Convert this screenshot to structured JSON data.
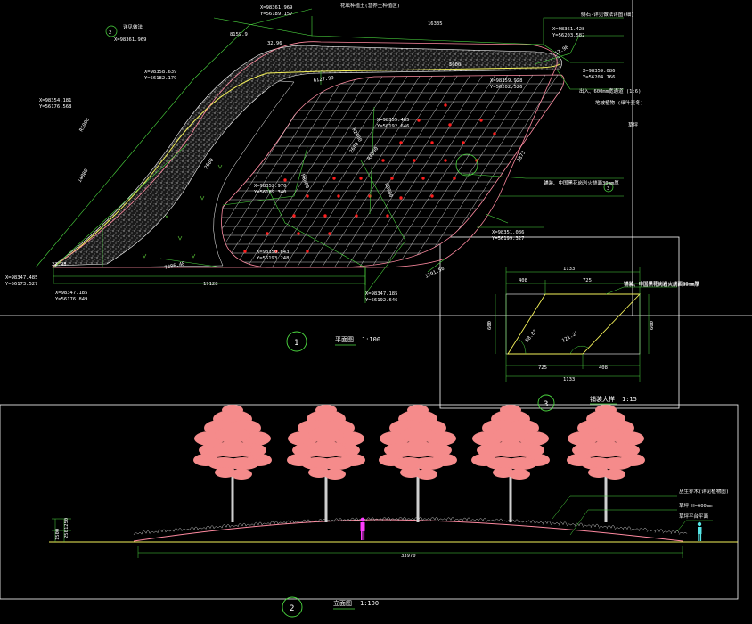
{
  "colors": {
    "background": "#000000",
    "frame": "#ffffff",
    "leader": "#4cd940",
    "grid": "#ffffff",
    "boundary_pink": "#ff8aa0",
    "edge_yellow": "#f5f25a",
    "tree_canopy": "#f58b8b",
    "shrub": "#c8c8c8",
    "marker_red": "#ff1e1e",
    "figure_magenta": "#ff3cff",
    "figure_cyan": "#56e6e6",
    "plant_symbol": "#5ecf3a"
  },
  "plan": {
    "circle_label": "1",
    "title": "平面图",
    "scale": "1:100",
    "coords": [
      {
        "text": "X=98361.969"
      },
      {
        "text": "Y=56189.157"
      },
      {
        "text": "X=98361.428"
      },
      {
        "text": "Y=56203.582"
      },
      {
        "text": "X=98358.639"
      },
      {
        "text": "Y=56182.179"
      },
      {
        "text": "X=98359.086"
      },
      {
        "text": "Y=56204.766"
      },
      {
        "text": "X=98354.181"
      },
      {
        "text": "Y=56176.568"
      },
      {
        "text": "X=98359.928"
      },
      {
        "text": "Y=56202.526"
      },
      {
        "text": "X=98355.485"
      },
      {
        "text": "Y=56192.646"
      },
      {
        "text": "X=98352.970"
      },
      {
        "text": "Y=56189.340"
      },
      {
        "text": "X=98351.086"
      },
      {
        "text": "Y=56199.327"
      },
      {
        "text": "X=98350.643"
      },
      {
        "text": "Y=56193.248"
      },
      {
        "text": "X=98347.485"
      },
      {
        "text": "Y=56173.527"
      },
      {
        "text": "X=98347.185"
      },
      {
        "text": "Y=56176.849"
      },
      {
        "text": "X=98347.185"
      },
      {
        "text": "Y=56192.646"
      }
    ],
    "dims": [
      {
        "text": "8159.9"
      },
      {
        "text": "16335"
      },
      {
        "text": "32.96"
      },
      {
        "text": "R5000"
      },
      {
        "text": "R8000"
      },
      {
        "text": "R8000"
      },
      {
        "text": "14080"
      },
      {
        "text": "2680"
      },
      {
        "text": "2680"
      },
      {
        "text": "R4000"
      },
      {
        "text": "R2000"
      },
      {
        "text": "3873"
      },
      {
        "text": "7886.48"
      },
      {
        "text": "19128"
      },
      {
        "text": "1791.56"
      },
      {
        "text": "12.96"
      },
      {
        "text": "22.98"
      },
      {
        "text": "6127.99"
      },
      {
        "text": "5000"
      }
    ],
    "notes": [
      {
        "text": "详见做法"
      },
      {
        "text": "花坛种植土(营养土种植区)"
      },
      {
        "text": "侧石-详见做法详图(细)"
      },
      {
        "text": "出入、600mm宽通道 (1:6)"
      },
      {
        "text": "草坪"
      },
      {
        "text": "地被植物 (细叶麦冬)"
      },
      {
        "text": "铺装、中国黑花岗岩火烧面30mm厚"
      },
      {
        "text": "铺装、中国黑花岗岩火烧面30mm厚"
      }
    ],
    "callouts": [
      "2",
      "3"
    ]
  },
  "detail": {
    "circle_label": "3",
    "title": "铺装大样",
    "scale": "1:15",
    "dims_top": [
      "1133",
      "408",
      "725"
    ],
    "dims_bottom": [
      "725",
      "408",
      "1133"
    ],
    "height_left": "600",
    "height_right": "600",
    "angle_left": "58.8°",
    "angle_right": "121.2°",
    "note": "铺装、中国黑花岗岩火烧面30mm厚"
  },
  "elevation": {
    "circle_label": "2",
    "title": "立面图",
    "scale": "1:100",
    "width_dim": "33970",
    "height_dims": [
      "1500",
      "250",
      "1250"
    ],
    "notes": [
      {
        "text": "丛生乔木(详见植物图)"
      },
      {
        "text": "草坪 H=600mm"
      },
      {
        "text": "草坪平台平面"
      }
    ]
  }
}
